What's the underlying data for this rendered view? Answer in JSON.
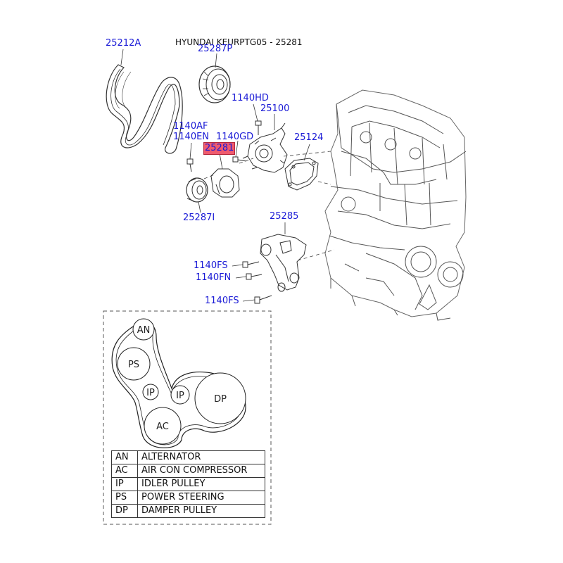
{
  "header": {
    "title": "HYUNDAI KEURPTG05 - 25281"
  },
  "callouts": {
    "c25212A": "25212A",
    "c25287P": "25287P",
    "c1140HD": "1140HD",
    "c25100": "25100",
    "c1140AF": "1140AF",
    "c1140EN": "1140EN",
    "c1140GD": "1140GD",
    "c25124": "25124",
    "c25281": "25281",
    "c25287I": "25287I",
    "c25285": "25285",
    "c1140FS_a": "1140FS",
    "c1140FN": "1140FN",
    "c1140FS_b": "1140FS"
  },
  "belt_diagram": {
    "pulleys": {
      "an": "AN",
      "ps": "PS",
      "ip1": "IP",
      "ip2": "IP",
      "dp": "DP",
      "ac": "AC"
    }
  },
  "legend": [
    {
      "code": "AN",
      "desc": "ALTERNATOR"
    },
    {
      "code": "AC",
      "desc": "AIR CON COMPRESSOR"
    },
    {
      "code": "IP",
      "desc": "IDLER PULLEY"
    },
    {
      "code": "PS",
      "desc": "POWER STEERING"
    },
    {
      "code": "DP",
      "desc": "DAMPER PULLEY"
    }
  ],
  "colors": {
    "callout": "#1a1ad6",
    "highlight": "#ef5a6e"
  }
}
